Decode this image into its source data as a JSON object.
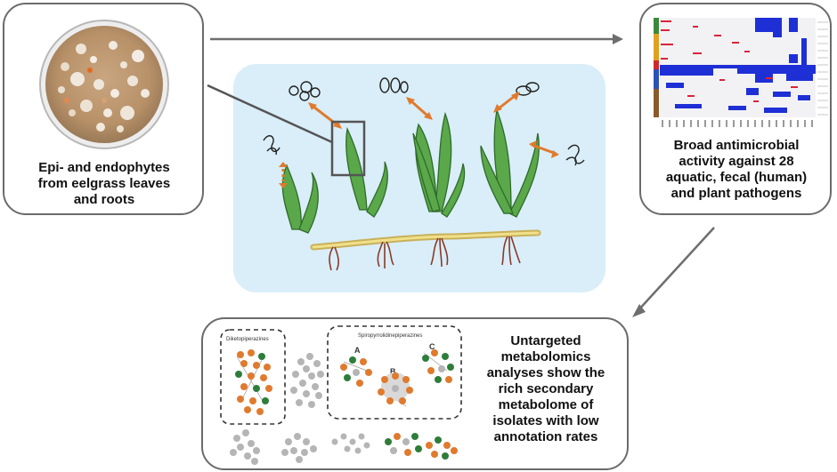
{
  "panels": {
    "isolation": {
      "caption_lines": [
        "Epi- and endophytes",
        "from eelgrass leaves",
        "and roots"
      ]
    },
    "activity": {
      "caption_lines": [
        "Broad antimicrobial",
        "activity against 28",
        "aquatic, fecal (human)",
        "and plant pathogens"
      ]
    },
    "metabolomics": {
      "caption_lines": [
        "Untargeted",
        "metabolomics",
        "analyses show the",
        "rich secondary",
        "metabolome of",
        "isolates with low",
        "annotation rates"
      ],
      "group_labels": {
        "diketopiperazines": "Diketopiperazines",
        "spiro": "Spiropyrrolidinepiperazines"
      },
      "cluster_letters": [
        "A",
        "B",
        "C"
      ]
    }
  },
  "colors": {
    "border": "#6b6b6b",
    "arrow": "#6e6e6e",
    "water": "#d9eef8",
    "orange": "#e07a2e",
    "green": "#2e7d3a",
    "grey_node": "#b5b5b5",
    "heat_blue": "#1f2fd6",
    "heat_red": "#d9243a"
  }
}
